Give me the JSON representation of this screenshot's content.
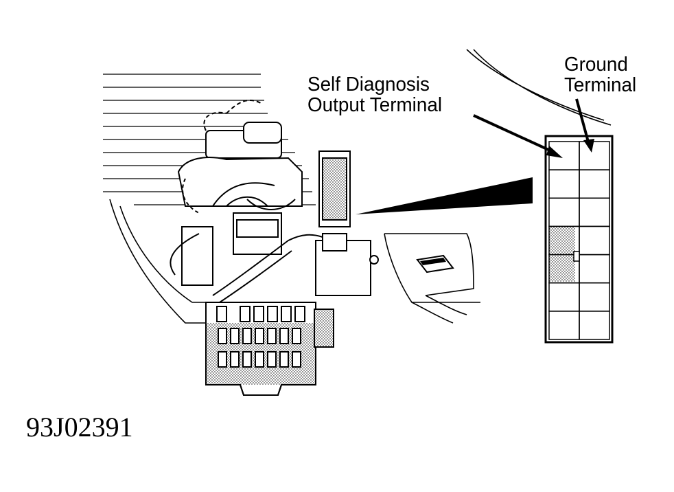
{
  "labels": {
    "self_diag_line1": "Self Diagnosis",
    "self_diag_line2": "Output Terminal",
    "ground_line1": "Ground",
    "ground_line2": "Terminal"
  },
  "figure_id": "93J02391",
  "connector": {
    "rows": 7,
    "cols": 2
  }
}
